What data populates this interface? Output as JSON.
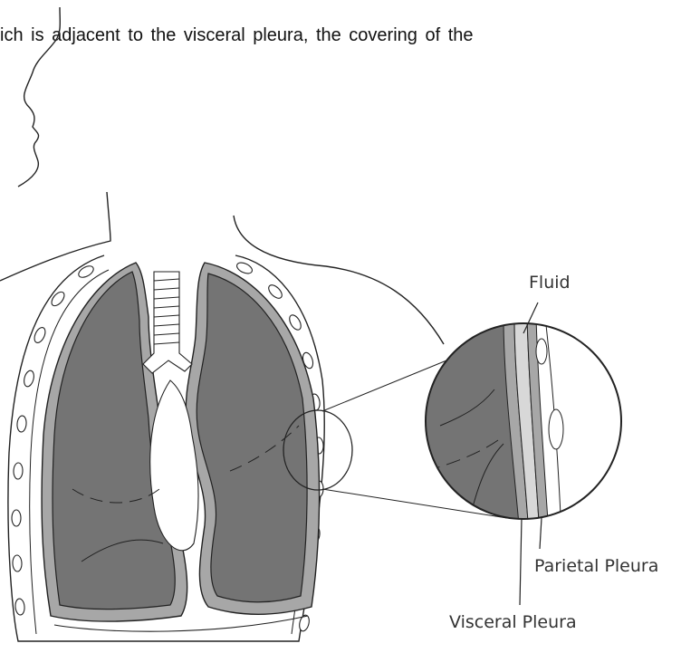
{
  "caption": "ich is adjacent to the visceral pleura, the covering of the",
  "labels": {
    "fluid": "Fluid",
    "parietal_pleura": "Parietal Pleura",
    "visceral_pleura": "Visceral Pleura"
  },
  "colors": {
    "lung_fill": "#747474",
    "pleura_fill": "#a7a7a7",
    "fluid_fill": "#d8d8d8",
    "outline": "#222222",
    "background": "#ffffff"
  }
}
